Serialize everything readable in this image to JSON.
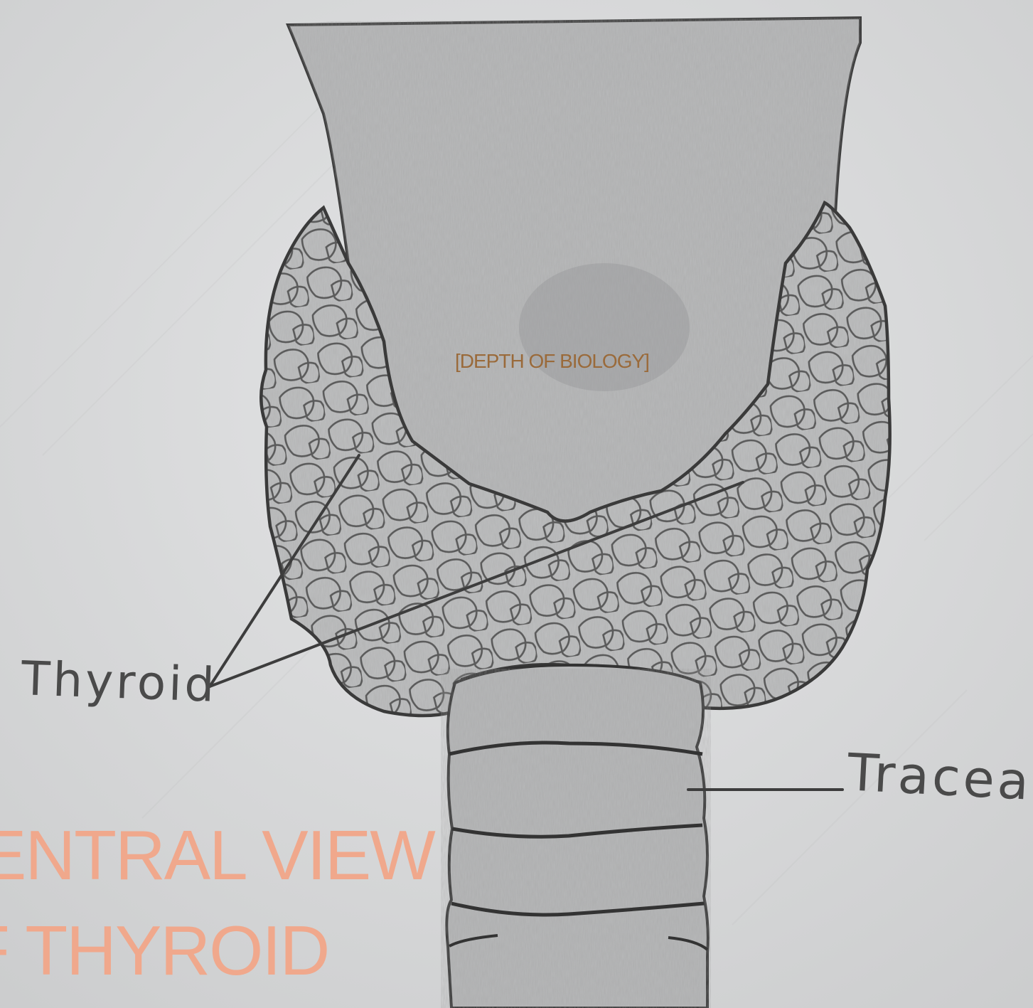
{
  "watermark_text": "[DEPTH OF BIOLOGY]",
  "labels": {
    "thyroid": "Thyroid",
    "trachea": "Tracea"
  },
  "caption": {
    "line1": "ENTRAL VIEW",
    "line2": "F THYROID"
  },
  "colors": {
    "paper": "#d9dadb",
    "pencil": "#3d3d3d",
    "caption": "#f0a88c",
    "watermark": "#9a6a3a"
  }
}
